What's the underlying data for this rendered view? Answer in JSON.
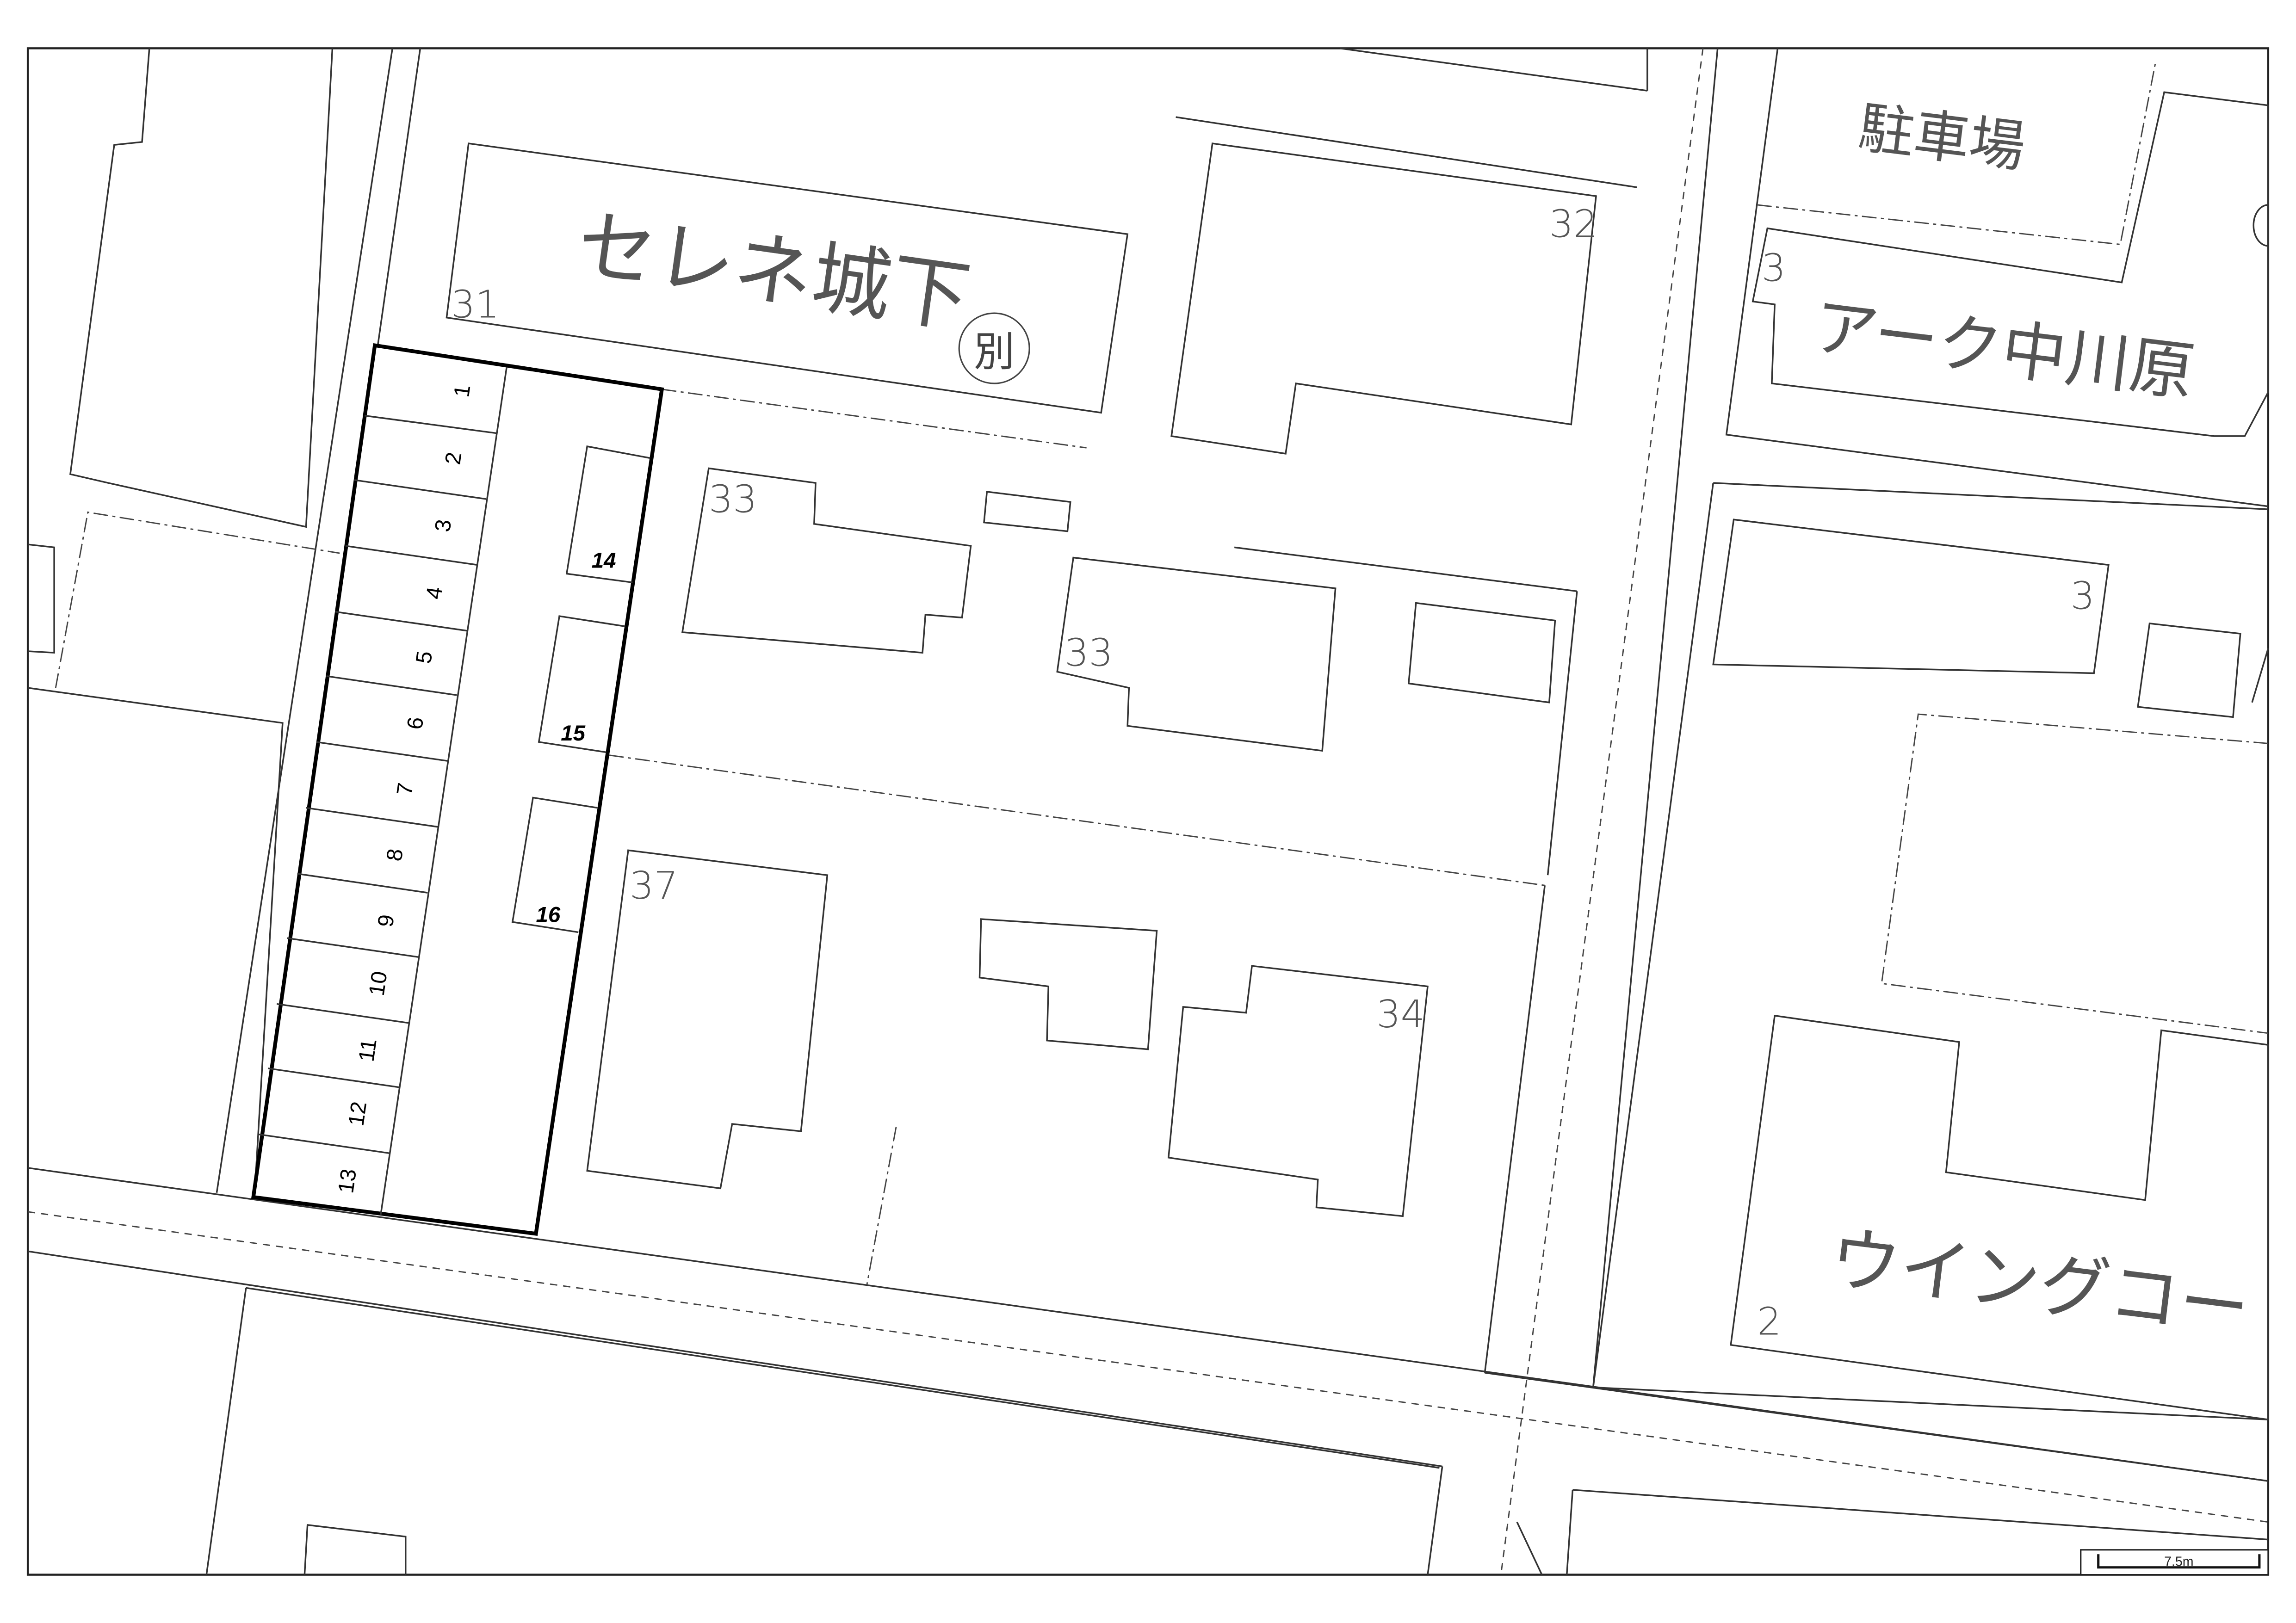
{
  "map": {
    "type": "parking-lot-site-plan",
    "highlighted_area": {
      "name": "parking-lot",
      "spaces_left_row": [
        "1",
        "2",
        "3",
        "4",
        "5",
        "6",
        "7",
        "8",
        "9",
        "10",
        "11",
        "12",
        "13"
      ],
      "spaces_right_row": [
        "14",
        "15",
        "16"
      ]
    },
    "buildings": [
      {
        "id": "31",
        "name": "セレネ城下",
        "badge": "別"
      },
      {
        "id": "32",
        "name": ""
      },
      {
        "id": "33a",
        "number": "33"
      },
      {
        "id": "33b",
        "number": "33"
      },
      {
        "id": "37",
        "number": "37"
      },
      {
        "id": "34",
        "number": "34"
      },
      {
        "id": "parking-ne",
        "name": "駐車場"
      },
      {
        "id": "3a",
        "number": "3",
        "name": "アーク中川原"
      },
      {
        "id": "3b",
        "number": "3"
      },
      {
        "id": "2",
        "number": "2",
        "name": "ウイングコー"
      }
    ],
    "labels": {
      "b31_num": "31",
      "b31_name": "セレネ城下",
      "b31_badge": "別",
      "b32_num": "32",
      "b33a_num": "33",
      "b33b_num": "33",
      "b37_num": "37",
      "b34_num": "34",
      "parking_name": "駐車場",
      "b3a_num": "3",
      "b3a_name": "アーク中川原",
      "b3b_num": "3",
      "b2_num": "2",
      "b2_name": "ウイングコー"
    },
    "scale_bar": {
      "label": "7.5m"
    },
    "colors": {
      "line": "#333333",
      "highlight": "#000000",
      "background": "#ffffff"
    }
  }
}
